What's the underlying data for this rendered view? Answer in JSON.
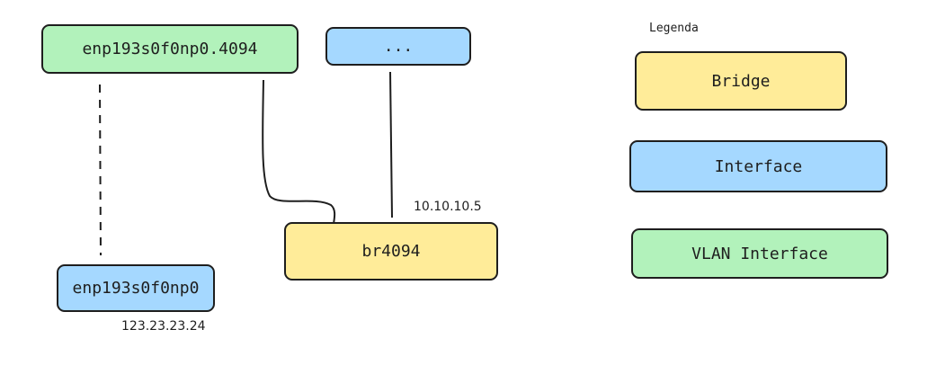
{
  "colors": {
    "bridge": "#ffec99",
    "interface": "#a5d8ff",
    "vlan_interface": "#b2f2bb",
    "stroke": "#1e1e1e"
  },
  "nodes": {
    "vlan_iface": "enp193s0f0np0.4094",
    "ellipsis": "...",
    "physical_iface": "enp193s0f0np0",
    "bridge": "br4094"
  },
  "addresses": {
    "bridge_ip": "10.10.10.5",
    "physical_ip": "123.23.23.24"
  },
  "legend": {
    "title": "Legenda",
    "items": [
      "Bridge",
      "Interface",
      "VLAN Interface"
    ]
  }
}
